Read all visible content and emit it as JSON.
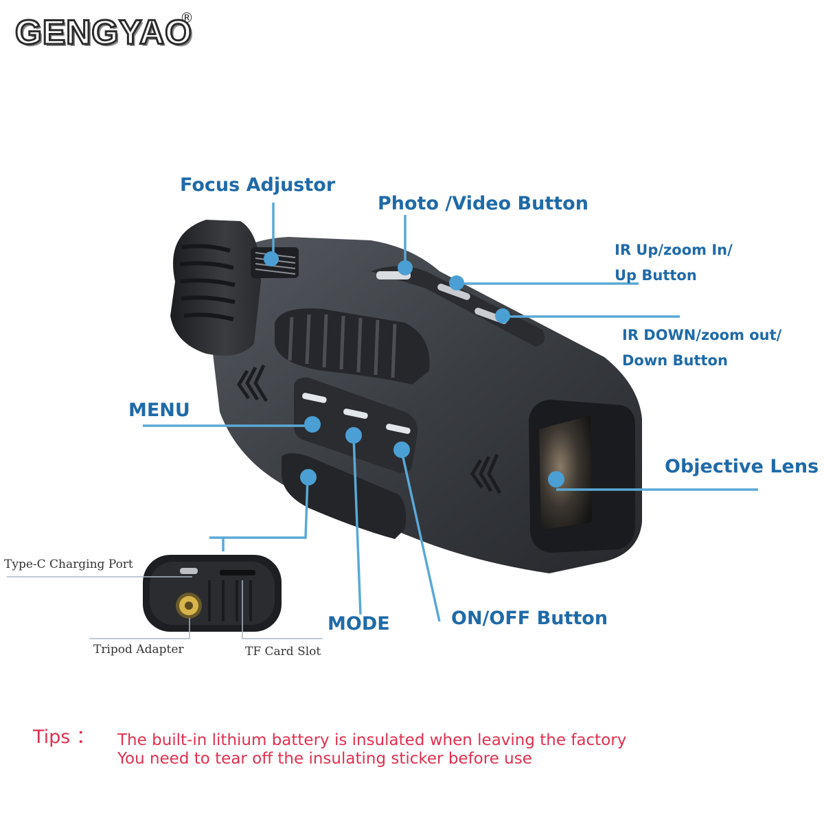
{
  "brand": {
    "name": "GENGYAO",
    "mark": "®"
  },
  "labels": {
    "focus_adjustor": "Focus Adjustor",
    "photo_video_button": "Photo /Video Button",
    "ir_up_line1": "IR Up/zoom In/",
    "ir_up_line2": "Up Button",
    "ir_down_line1": "IR DOWN/zoom out/",
    "ir_down_line2": "Down Button",
    "menu": "MENU",
    "objective_lens": "Objective Lens",
    "mode": "MODE",
    "on_off_button": "ON/OFF Button",
    "type_c_port": "Type-C Charging Port",
    "tripod_adapter": "Tripod Adapter",
    "tf_card_slot": "TF Card Slot"
  },
  "tips": {
    "heading": "Tips ：",
    "line1": "The built-in lithium battery is insulated when leaving the factory",
    "line2": "You need to tear off the insulating sticker before use"
  },
  "colors": {
    "callout_line": "#5aa9d6",
    "callout_dot": "#4b9fd3",
    "label_text": "#1f6aa8",
    "tips_text": "#e0304e",
    "device_body": "#3a3d42"
  }
}
